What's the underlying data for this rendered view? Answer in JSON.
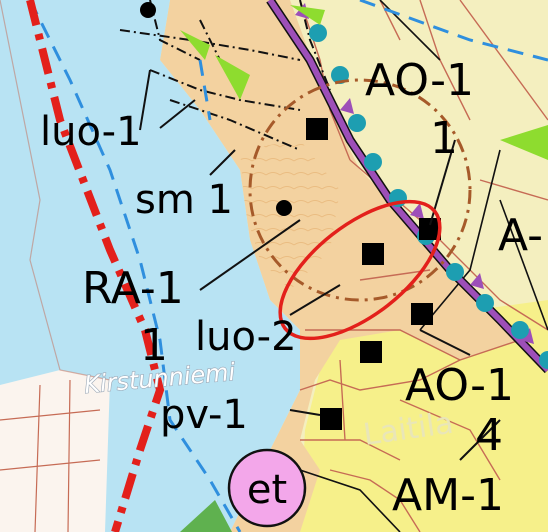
{
  "map": {
    "colors": {
      "water": "#b8e3f3",
      "residential_area": "#f3d2a0",
      "agricultural_area": "#f6f08a",
      "light_land": "#f4efbf",
      "plot_outline": "#c66b55",
      "boundary_red": "#e3201b",
      "road_purple": "#9d4fb8",
      "dash_blue": "#2f8fde",
      "dot_teal": "#1d9eb1",
      "green_marker": "#8edc2f",
      "et_circle": "#f3a7ea",
      "highlight_circle": "#e3201b"
    },
    "labels": {
      "luo1": "luo-1",
      "sm1": "sm 1",
      "ra1": "RA-1",
      "ra1_num": "1",
      "luo2": "luo-2",
      "pv1": "pv-1",
      "ao1_top": "AO-1",
      "ao1_top_num": "1",
      "a_partial": "A-",
      "ao1_bottom": "AO-1",
      "ao1_bottom_num": "4",
      "am1": "AM-1",
      "et": "et",
      "lake_name": "Kirstunniemi",
      "faint_label": "Laitila"
    }
  }
}
